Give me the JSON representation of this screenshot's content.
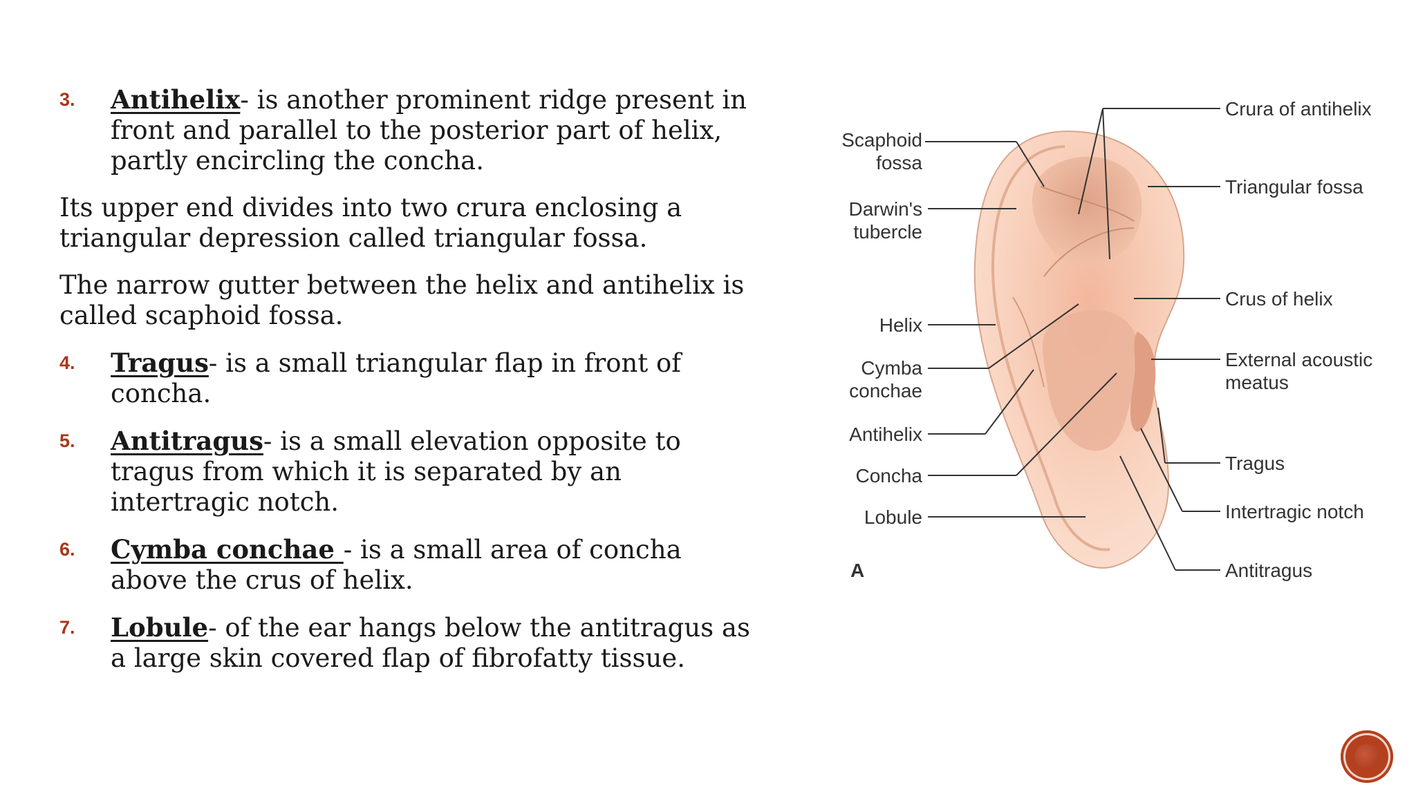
{
  "items": [
    {
      "num": "3.",
      "term": "Antihelix",
      "rest": "- is another prominent ridge present in front and parallel to the posterior part of helix, partly encircling the concha."
    },
    {
      "num": "4.",
      "term": "Tragus",
      "rest": "- is a small triangular flap in front of concha."
    },
    {
      "num": "5.",
      "term": "Antitragus",
      "rest": "- is a small elevation opposite to tragus from which it is separated by an intertragic notch."
    },
    {
      "num": "6.",
      "term": "Cymba conchae ",
      "rest": "- is a small area of concha above the crus of helix."
    },
    {
      "num": "7.",
      "term": "Lobule",
      "rest": "- of the ear hangs below the antitragus as a large skin covered flap of fibrofatty tissue."
    }
  ],
  "paragraphs": [
    "Its upper end divides into two crura enclosing a triangular depression called triangular fossa.",
    "The narrow gutter between the helix and antihelix is called scaphoid fossa."
  ],
  "diagram": {
    "labels_left": {
      "scaphoid_1": "Scaphoid",
      "scaphoid_2": "fossa",
      "darwin_1": "Darwin's",
      "darwin_2": "tubercle",
      "helix": "Helix",
      "cymba_1": "Cymba",
      "cymba_2": "conchae",
      "antihelix": "Antihelix",
      "concha": "Concha",
      "lobule": "Lobule"
    },
    "labels_right": {
      "crura": "Crura of antihelix",
      "triangular": "Triangular fossa",
      "crus_helix": "Crus of helix",
      "eam_1": "External acoustic",
      "eam_2": "meatus",
      "tragus": "Tragus",
      "intertragic": "Intertragic notch",
      "antitragus": "Antitragus"
    },
    "figure_letter": "A"
  },
  "colors": {
    "accent": "#a8371a",
    "skin": "#f7cdb5",
    "skin_dark": "#e4a88c"
  }
}
